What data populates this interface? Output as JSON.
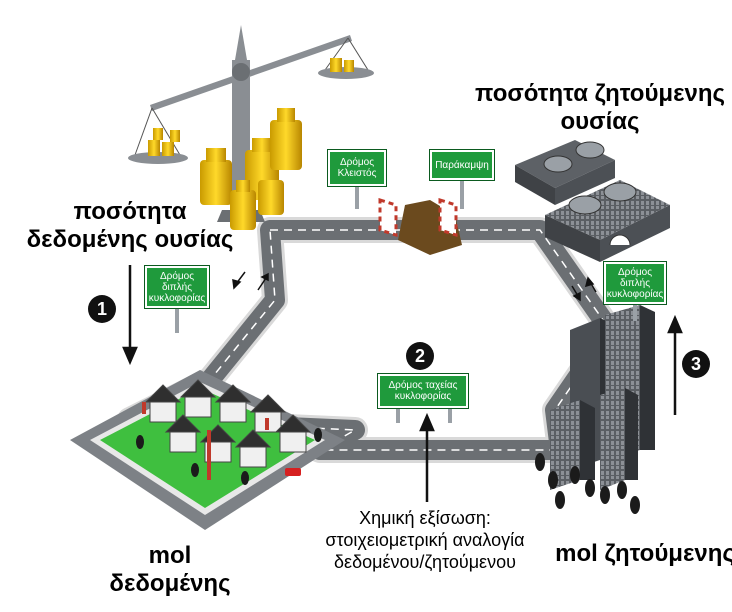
{
  "labels": {
    "given_quantity": "ποσότητα δεδομένης ουσίας",
    "sought_quantity": "ποσότητα ζητούμενης ουσίας",
    "mol_given": "mol δεδομένης",
    "mol_sought": "mol ζητούμενης",
    "equation_note_1": "Χημική εξίσωση:",
    "equation_note_2": "στοιχειομετρική αναλογία",
    "equation_note_3": "δεδομένου/ζητούμενου"
  },
  "signs": {
    "closed_road": "Δρόμος Κλειστός",
    "detour": "Παράκαμψη",
    "two_way_left": "Δρόμος διπλής κυκλοφορίας",
    "two_way_right": "Δρόμος διπλής κυκλοφορίας",
    "fast_road": "Δρόμος ταχείας κυκλοφορίας"
  },
  "steps": [
    "1",
    "2",
    "3"
  ],
  "colors": {
    "road": "#6b6f73",
    "road_edge": "#d9d9d9",
    "sign_green": "#1f9a3c",
    "gold": "#f5c400",
    "grass": "#3fbf3f",
    "building": "#5d6166"
  }
}
